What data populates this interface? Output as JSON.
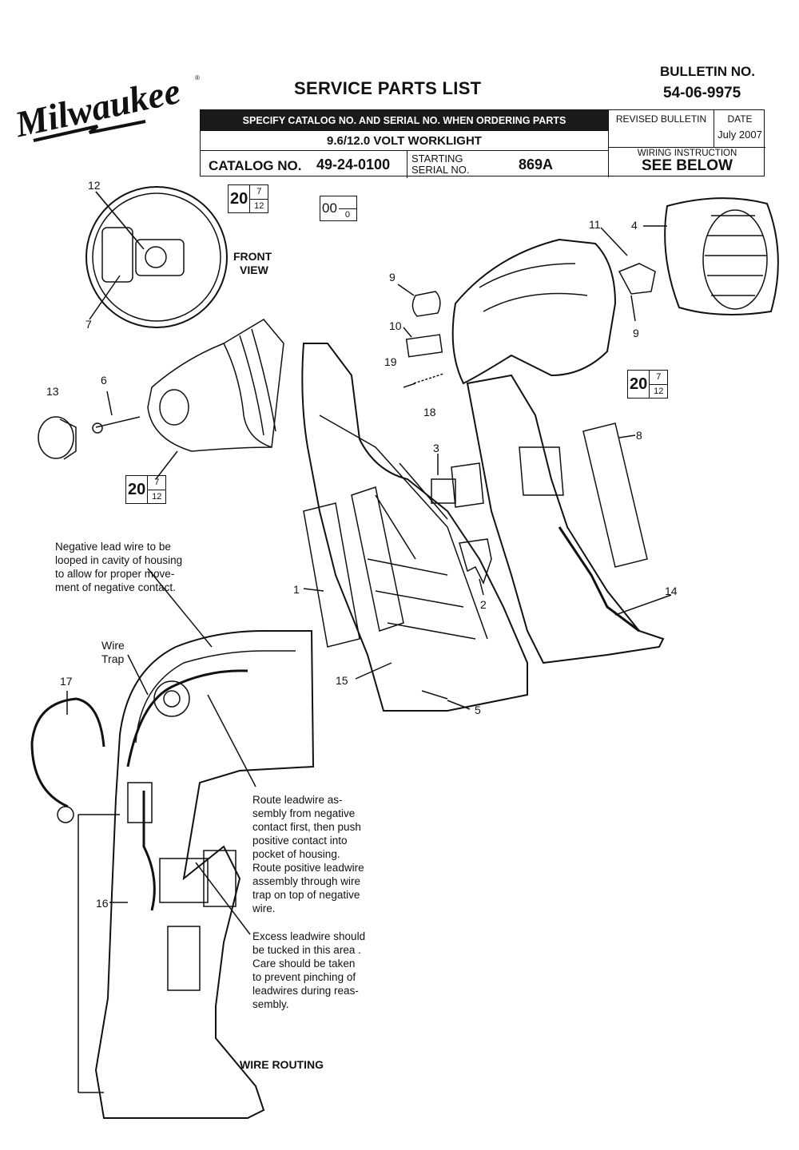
{
  "header": {
    "brand": "Milwaukee",
    "title": "SERVICE PARTS LIST",
    "bulletin_label": "BULLETIN NO.",
    "bulletin_no": "54-06-9975",
    "specify_text": "SPECIFY CATALOG NO. AND SERIAL NO. WHEN ORDERING PARTS",
    "product_name": "9.6/12.0 VOLT WORKLIGHT",
    "catalog_label": "CATALOG NO.",
    "catalog_no": "49-24-0100",
    "starting_label": "STARTING",
    "serial_label": "SERIAL NO.",
    "serial_no": "869A",
    "revised_label": "REVISED BULLETIN",
    "date_label": "DATE",
    "date_value": "July 2007",
    "wiring_label": "WIRING INSTRUCTION",
    "wiring_value": "SEE BELOW"
  },
  "refs": {
    "box1": {
      "big": "20",
      "top": "7",
      "bottom": "12"
    },
    "box2": {
      "big": "00",
      "top": "",
      "bottom": "0"
    },
    "box3": {
      "big": "20",
      "top": "7",
      "bottom": "12"
    },
    "box4": {
      "big": "20",
      "top": "7",
      "bottom": "12"
    }
  },
  "views": {
    "front_view": "FRONT",
    "front_view2": "VIEW",
    "wire_routing": "WIRE ROUTING",
    "wire_trap": "Wire",
    "wire_trap2": "Trap"
  },
  "part_labels": {
    "p1": "1",
    "p2": "2",
    "p3": "3",
    "p4": "4",
    "p5": "5",
    "p6": "6",
    "p7": "7",
    "p8": "8",
    "p9a": "9",
    "p9b": "9",
    "p10": "10",
    "p11": "11",
    "p12": "12",
    "p13": "13",
    "p14": "14",
    "p15": "15",
    "p16": "16",
    "p17": "17",
    "p18": "18",
    "p19": "19"
  },
  "notes": {
    "negative_lead": [
      "Negative lead wire to be",
      "looped in cavity of housing",
      "to allow for proper move-",
      "ment of negative contact."
    ],
    "route_leadwire": [
      "Route leadwire as-",
      "sembly from negative",
      "contact first, then push",
      "positive contact into",
      "pocket of housing.",
      "Route positive leadwire",
      "assembly through wire",
      "trap on top of negative",
      "wire."
    ],
    "excess_leadwire": [
      "Excess leadwire should",
      "be tucked in this area .",
      "Care should be taken",
      "to prevent pinching of",
      "leadwires during reas-",
      "sembly."
    ]
  }
}
